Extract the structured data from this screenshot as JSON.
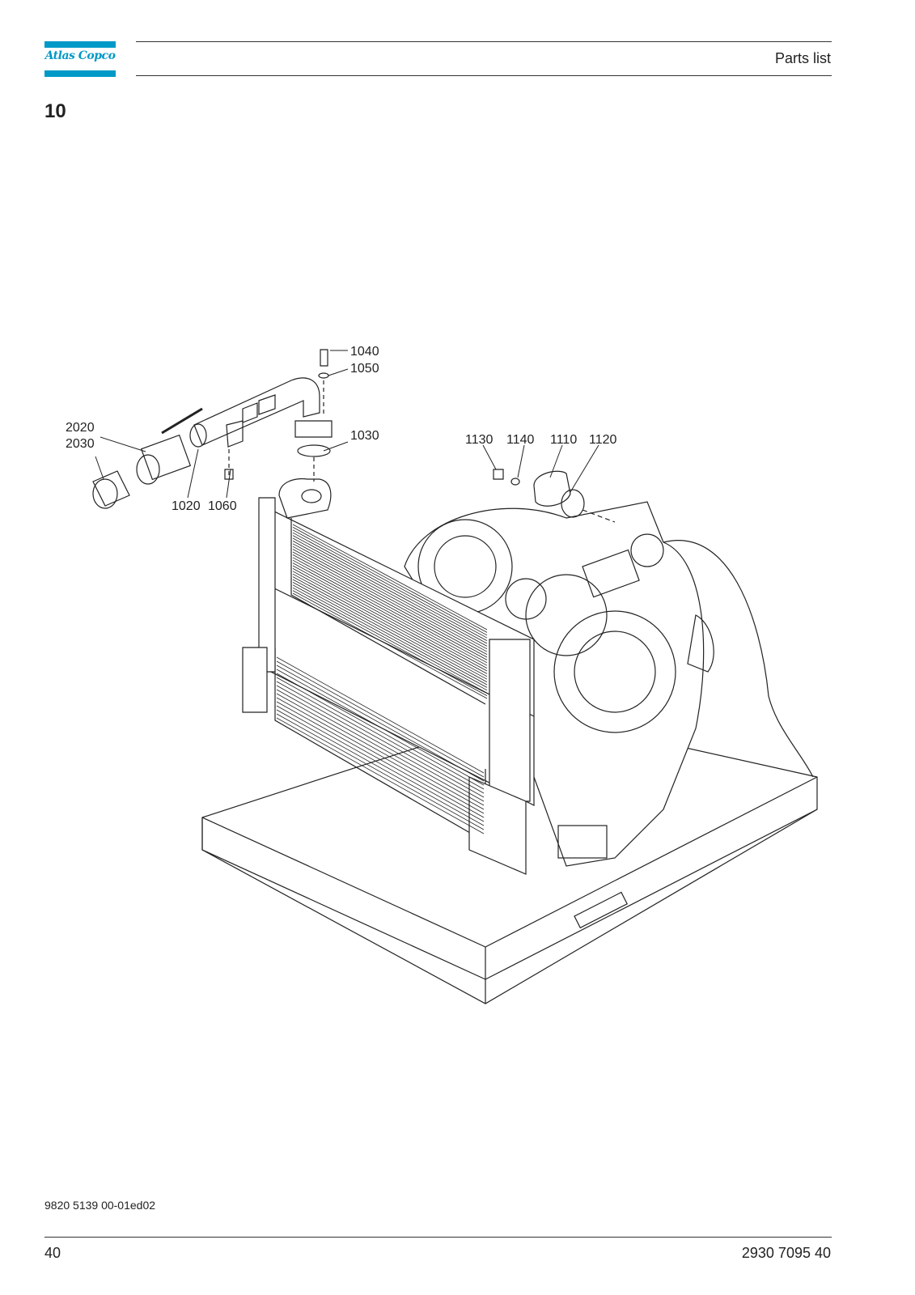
{
  "header": {
    "logo_text": "Atlas Copco",
    "title": "Parts list"
  },
  "section": {
    "number": "10"
  },
  "callouts": {
    "c1040": "1040",
    "c1050": "1050",
    "c1030": "1030",
    "c2020": "2020",
    "c2030": "2030",
    "c1020": "1020",
    "c1060": "1060",
    "c1130": "1130",
    "c1140": "1140",
    "c1110": "1110",
    "c1120": "1120"
  },
  "footer": {
    "doc_code": "9820 5139 00-01ed02",
    "page_number": "40",
    "part_number": "2930 7095 40"
  },
  "colors": {
    "brand": "#0099c8"
  }
}
